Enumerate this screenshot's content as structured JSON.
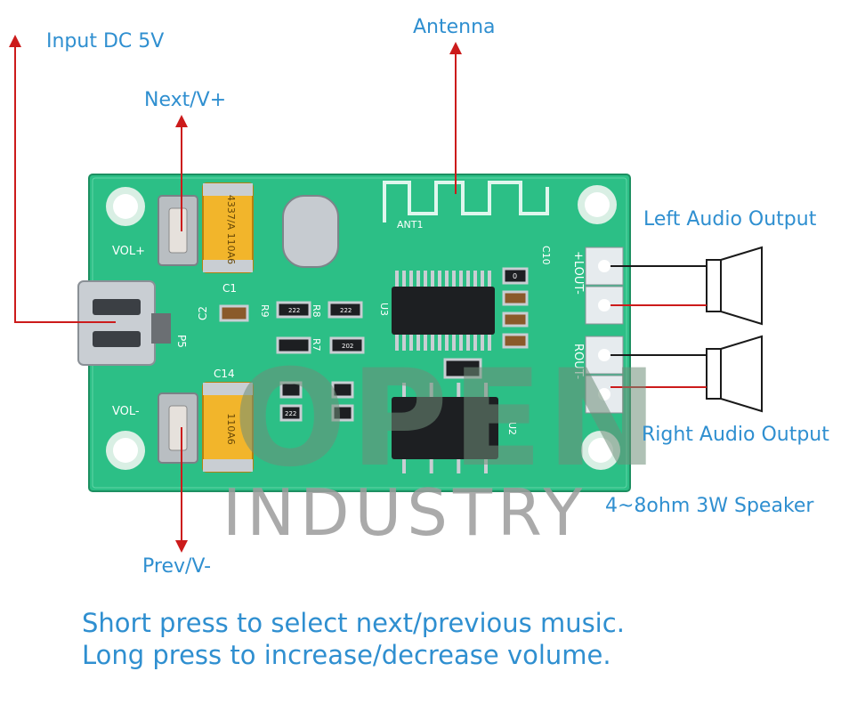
{
  "labels": {
    "input_dc": "Input DC 5V",
    "antenna": "Antenna",
    "next_vplus": "Next/V+",
    "prev_vminus": "Prev/V-",
    "left_audio": "Left Audio Output",
    "right_audio": "Right Audio Output",
    "speaker": "4~8ohm 3W Speaker"
  },
  "instructions": {
    "line1": "Short press to select next/previous music.",
    "line2": "Long press to increase/decrease volume."
  },
  "silkscreen": {
    "vol_plus": "VOL+",
    "vol_minus": "VOL-",
    "p5": "P5",
    "c1": "C1",
    "c2": "C2",
    "c14": "C14",
    "r9": "R9",
    "r8": "R8",
    "r7": "R7",
    "u3": "U3",
    "u2": "U2",
    "lout": "+LOUT-",
    "rout": "ROUT-",
    "c10": "C10",
    "ant": "ANT1",
    "cap1": "4337/A 110A6",
    "cap2": "110A6",
    "res1": "222",
    "res2": "202",
    "res3": "222",
    "res4": "222",
    "res5": "0"
  },
  "watermark": {
    "line1": "OPEN",
    "line2": "INDUSTRY"
  },
  "colors": {
    "label_blue": "#2f8fd0",
    "arrow_red": "#cc1b1b",
    "pcb_green": "#2fbf88",
    "pcb_dark": "#1e9a6a"
  }
}
